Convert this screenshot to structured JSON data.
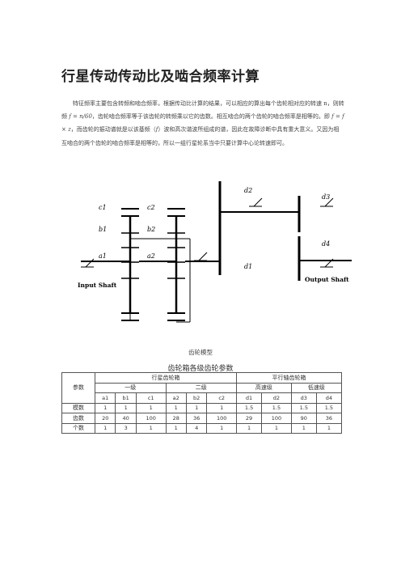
{
  "title": "行星传动传动比及啮合频率计算",
  "paragraph": {
    "part1": "特征频率主要包含转频和啮合频率，根据传动比计算的结果，可以相应的算出每个齿轮相对应的转速 n，则转频",
    "formula1": "f = n/60",
    "part2": "，齿轮啮合频率等于该齿轮的转频乘以它的齿数。相互啮合的两个齿轮的啮合频率是相等的。即",
    "formula2": "f = f × z",
    "part3": "，而齿轮的振动谱就是以该基频（",
    "formula3": "f",
    "part4": "）波和高次谐波所组成的谱，因此在故障诊断中具有重大意义。又因为相互啮合的两个齿轮的啮合频率是相等的，所以一组行星轮系当中只要计算中心论转速即可。"
  },
  "diagram": {
    "labels": [
      "c1",
      "c2",
      "b1",
      "b2",
      "a1",
      "a2",
      "d2",
      "d3",
      "d4",
      "d1"
    ],
    "input_label": "Input Shaft",
    "output_label": "Output Shaft"
  },
  "caption1": "齿轮模型",
  "caption2": "齿轮箱各级齿轮参数",
  "table": {
    "param_header": "参数",
    "group1": "行星齿轮箱",
    "group2": "平行轴齿轮箱",
    "sub1": "一级",
    "sub2": "二级",
    "sub3": "高速级",
    "sub4": "低速级",
    "columns": [
      "a1",
      "b1",
      "c1",
      "a2",
      "b2",
      "c2",
      "d1",
      "d2",
      "d3",
      "d4"
    ],
    "rows": [
      {
        "label": "模数",
        "values": [
          "1",
          "1",
          "1",
          "1",
          "1",
          "1",
          "1.5",
          "1.5",
          "1.5",
          "1.5"
        ]
      },
      {
        "label": "齿数",
        "values": [
          "20",
          "40",
          "100",
          "28",
          "36",
          "100",
          "29",
          "100",
          "90",
          "36"
        ]
      },
      {
        "label": "个数",
        "values": [
          "1",
          "3",
          "1",
          "1",
          "4",
          "1",
          "1",
          "1",
          "1",
          "1"
        ]
      }
    ]
  }
}
